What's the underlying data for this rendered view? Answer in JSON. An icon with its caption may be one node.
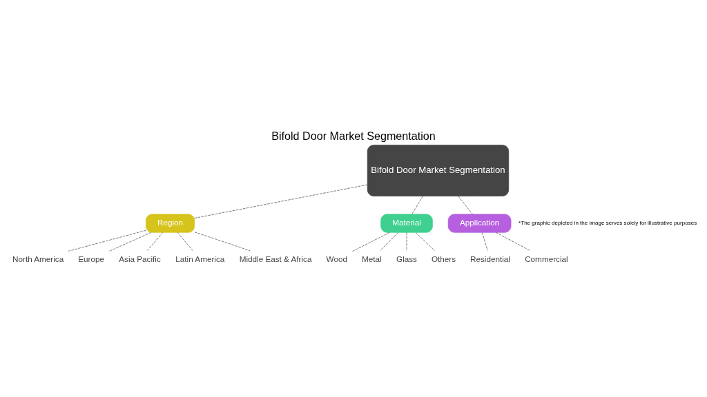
{
  "diagram": {
    "title": "Bifold Door Market Segmentation",
    "nodes": [
      {
        "text": [
          "Bifold Door Market Segmentation"
        ]
      },
      {
        "text": [
          "Region"
        ]
      },
      {
        "text": [
          "North America"
        ]
      },
      {
        "text": [
          "Europe"
        ]
      },
      {
        "text": [
          "Asia Pacific"
        ]
      },
      {
        "text": [
          "Latin America"
        ]
      },
      {
        "text": [
          "Middle East & Africa"
        ]
      },
      {
        "text": [
          "Material"
        ]
      },
      {
        "text": [
          "Wood"
        ]
      },
      {
        "text": [
          "Metal"
        ]
      },
      {
        "text": [
          "Glass"
        ]
      },
      {
        "text": [
          "Others"
        ]
      },
      {
        "text": [
          "Application"
        ]
      },
      {
        "text": [
          "Residential"
        ]
      },
      {
        "text": [
          "Commercial"
        ]
      }
    ],
    "edges": [
      {
        "from": 0,
        "to": 1,
        "arrow": "none",
        "style": "dashed"
      },
      {
        "from": 1,
        "to": 2,
        "arrow": "none",
        "style": "dashed"
      },
      {
        "from": 1,
        "to": 3,
        "arrow": "none",
        "style": "dashed"
      },
      {
        "from": 1,
        "to": 4,
        "arrow": "none",
        "style": "dashed"
      },
      {
        "from": 1,
        "to": 5,
        "arrow": "none",
        "style": "dashed"
      },
      {
        "from": 1,
        "to": 6,
        "arrow": "none",
        "style": "dashed"
      },
      {
        "from": 0,
        "to": 7,
        "arrow": "none",
        "style": "dashed"
      },
      {
        "from": 7,
        "to": 8,
        "arrow": "none",
        "style": "dashed"
      },
      {
        "from": 7,
        "to": 9,
        "arrow": "none",
        "style": "dashed"
      },
      {
        "from": 7,
        "to": 10,
        "arrow": "none",
        "style": "dashed"
      },
      {
        "from": 7,
        "to": 11,
        "arrow": "none",
        "style": "dashed"
      },
      {
        "from": 0,
        "to": 12,
        "arrow": "none",
        "style": "dashed"
      },
      {
        "from": 12,
        "to": 13,
        "arrow": "none",
        "style": "dashed"
      },
      {
        "from": 12,
        "to": 14,
        "arrow": "none",
        "style": "dashed"
      }
    ],
    "labels": [
      "*The graphic depicted in the image serves solely for illustrative purposes"
    ]
  }
}
